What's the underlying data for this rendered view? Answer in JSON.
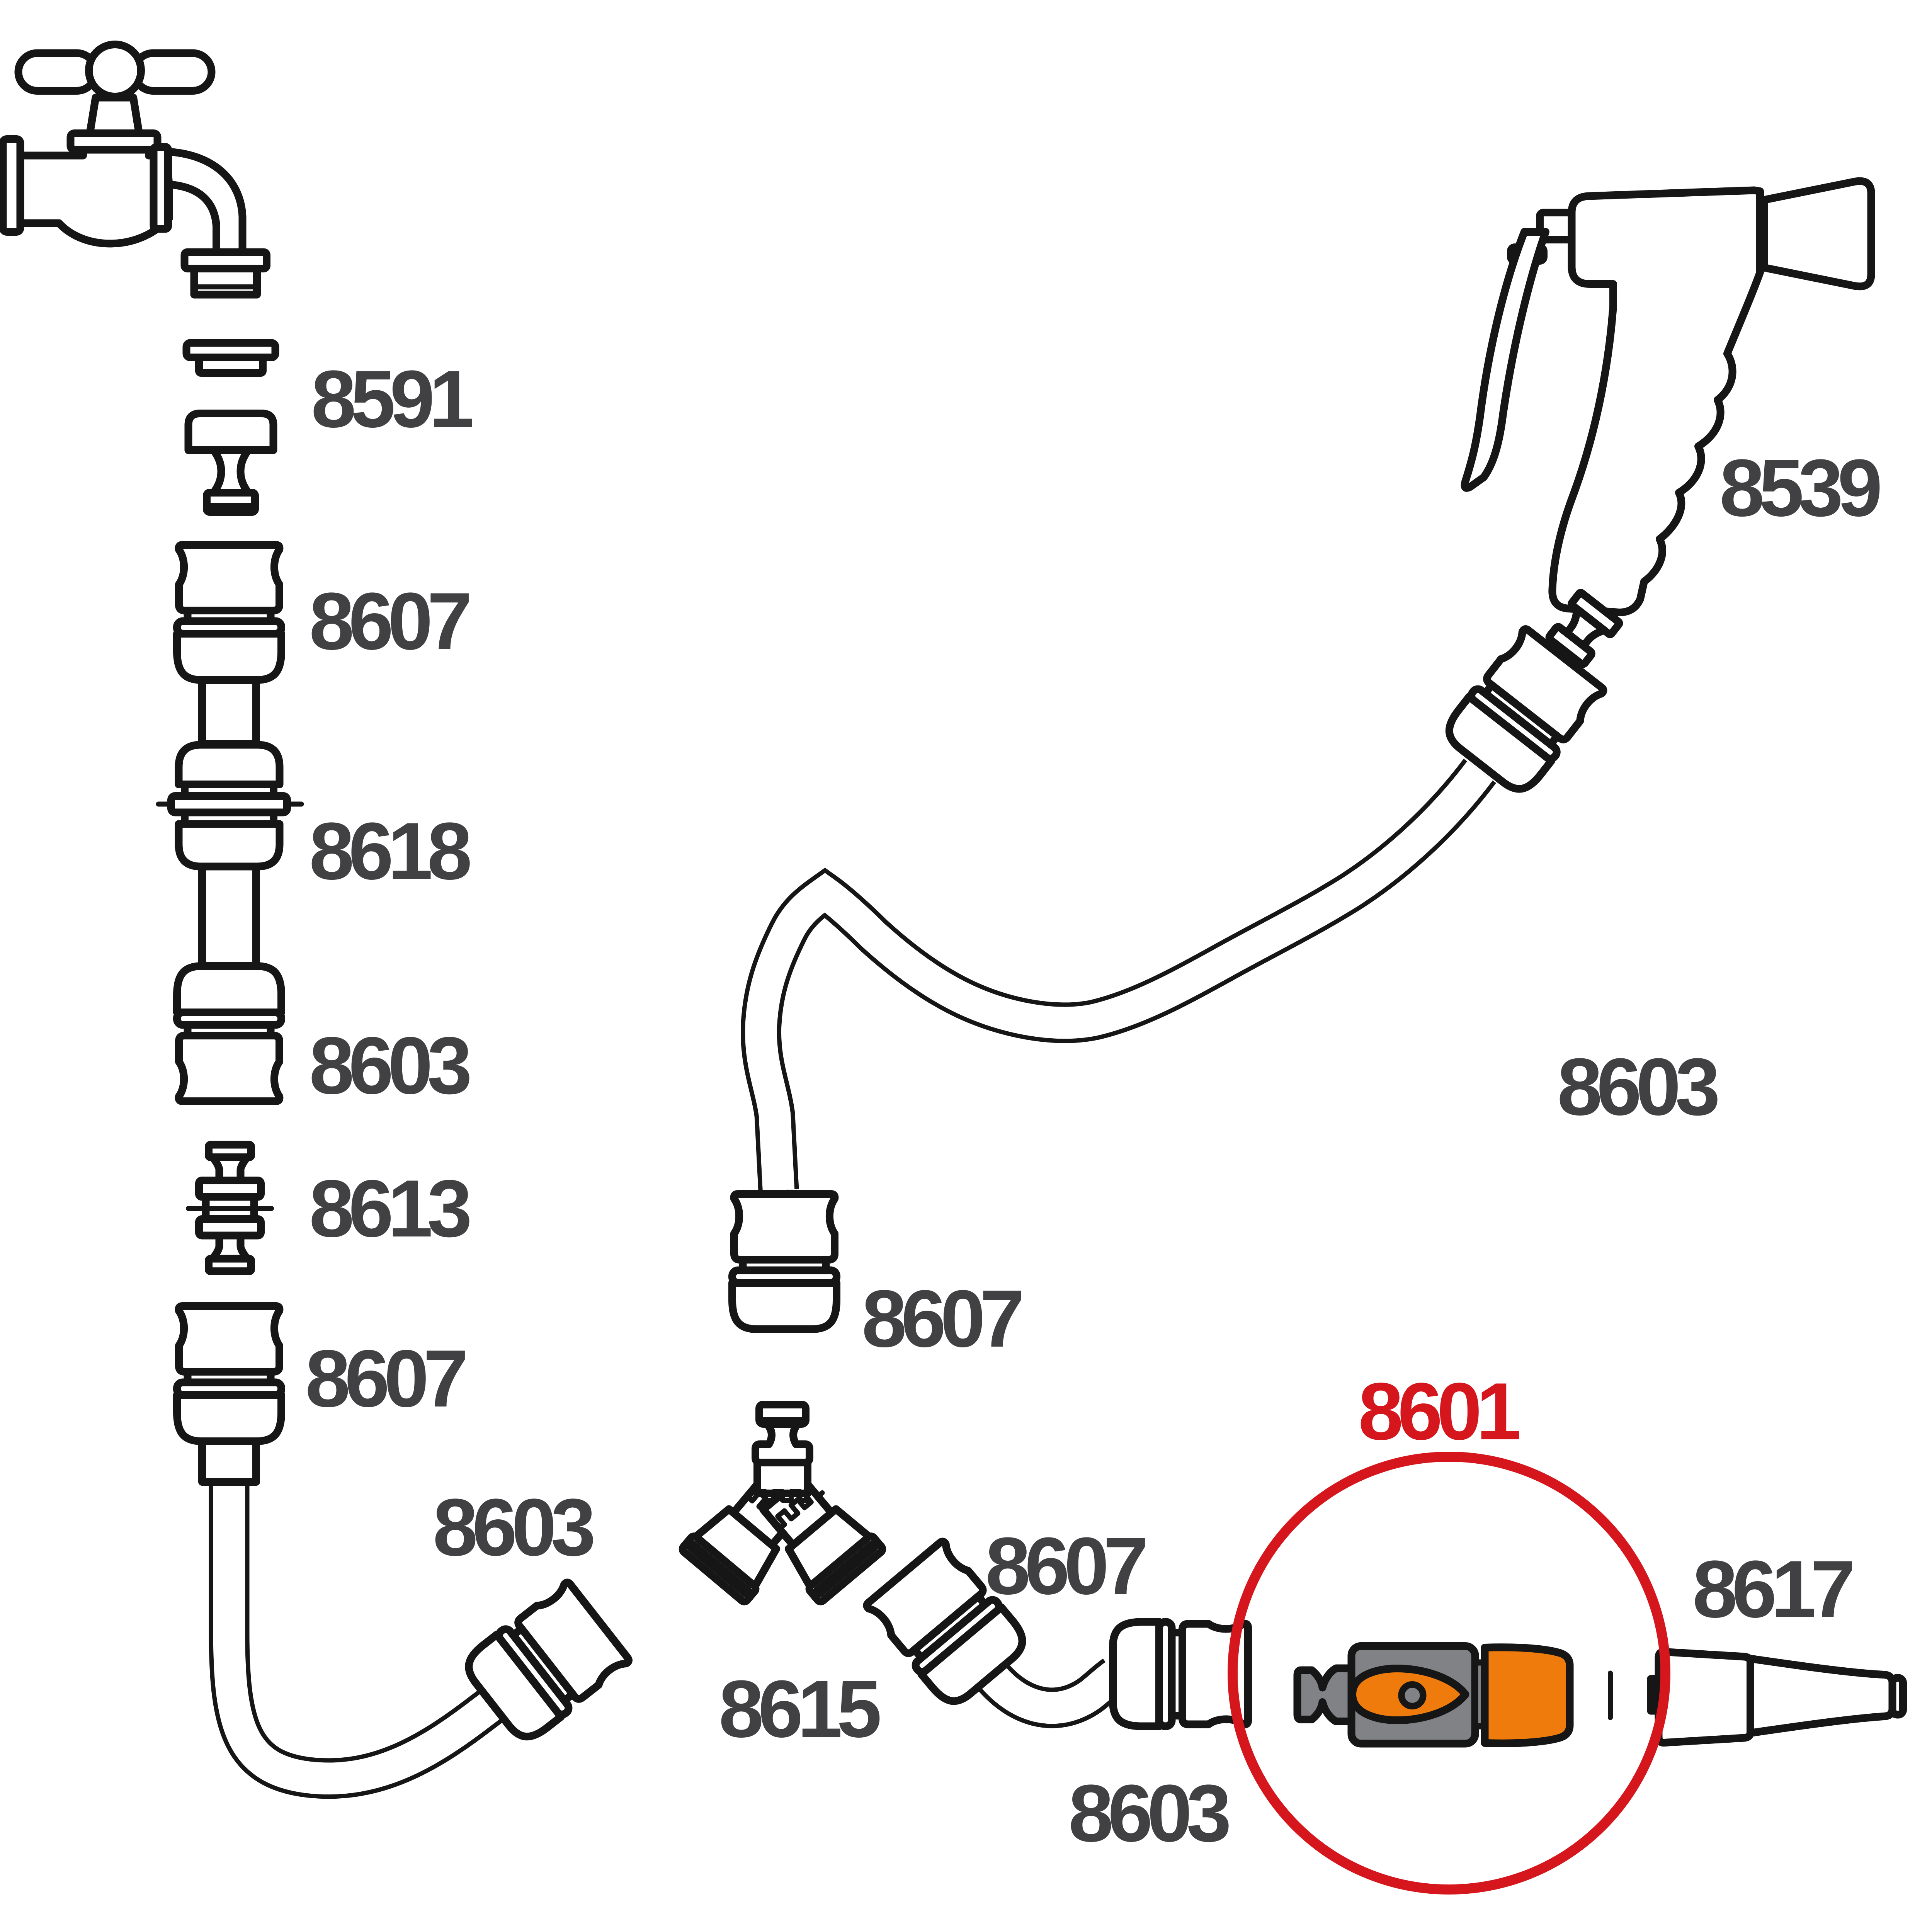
{
  "diagram": {
    "type": "exploded-connection-diagram",
    "subject": "garden hose watering system parts compatibility diagram",
    "highlighted_part": "8601",
    "colors": {
      "outline": "#161616",
      "label_gray": "#414042",
      "highlight_red": "#d6161d",
      "accent_orange": "#ee7b0c",
      "part_gray": "#808285",
      "background": "#ffffff"
    },
    "labels": [
      {
        "text": "8591",
        "part": "tap-connector"
      },
      {
        "text": "8607",
        "part": "hose-connector-top-left"
      },
      {
        "text": "8618",
        "part": "coupling-left"
      },
      {
        "text": "8603",
        "part": "hose-connector-left"
      },
      {
        "text": "8613",
        "part": "double-male-connector"
      },
      {
        "text": "8607",
        "part": "hose-connector-left-lower"
      },
      {
        "text": "8603",
        "part": "hose-connector-bottom-left"
      },
      {
        "text": "8615",
        "part": "y-distributor"
      },
      {
        "text": "8607",
        "part": "hose-connector-right-of-y"
      },
      {
        "text": "8603",
        "part": "hose-connector-bottom-middle"
      },
      {
        "text": "8607",
        "part": "hose-connector-middle"
      },
      {
        "text": "8603",
        "part": "hose-connector-below-gun"
      },
      {
        "text": "8539",
        "part": "spray-gun"
      },
      {
        "text": "8617",
        "part": "spray-nozzle"
      },
      {
        "text": "8601",
        "part": "shut-off-valve-highlighted"
      }
    ]
  }
}
